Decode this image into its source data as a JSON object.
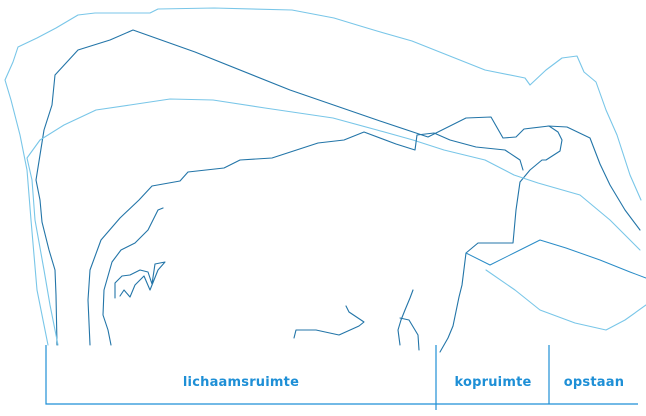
{
  "colors": {
    "accent": "#1e8fd6",
    "outline_light": "#79c6e8",
    "outline_dark": "#2375a8"
  },
  "regions": [
    {
      "label": "lichaamsruimte"
    },
    {
      "label": "kopruimte"
    },
    {
      "label": "opstaan"
    }
  ]
}
